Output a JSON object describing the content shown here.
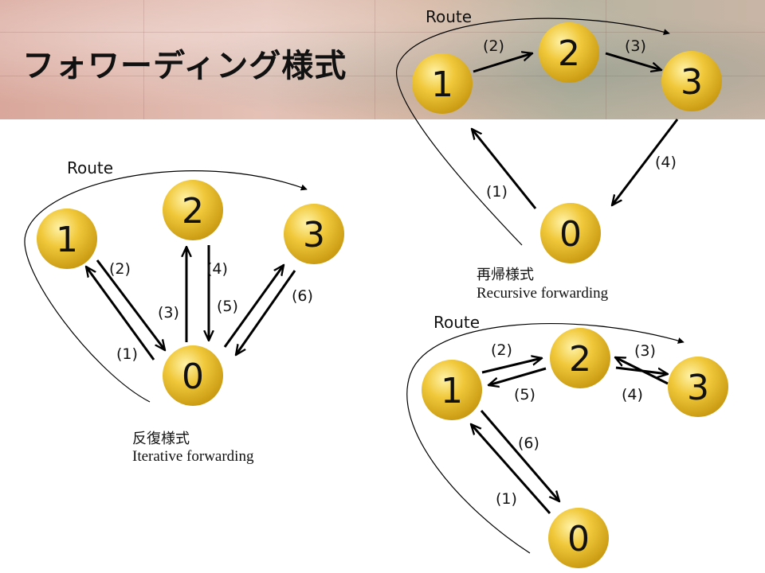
{
  "title": "フォワーディング様式",
  "colors": {
    "node": "#e2b520",
    "node_highlight": "#fff2a0",
    "line": "#000000"
  },
  "iterative": {
    "caption_ja": "反復様式",
    "caption_en": "Iterative forwarding",
    "route": "Route",
    "nodes": [
      "1",
      "2",
      "0",
      "3"
    ],
    "edges": [
      "(1)",
      "(2)",
      "(3)",
      "(4)",
      "(5)",
      "(6)"
    ]
  },
  "recursive": {
    "caption_ja": "再帰様式",
    "caption_en": "Recursive forwarding",
    "route": "Route",
    "nodes": [
      "1",
      "2",
      "3",
      "0"
    ],
    "edges": [
      "(1)",
      "(2)",
      "(3)",
      "(4)"
    ]
  },
  "hybrid": {
    "route": "Route",
    "nodes": [
      "1",
      "2",
      "3",
      "0"
    ],
    "edges": [
      "(1)",
      "(2)",
      "(3)",
      "(4)",
      "(5)",
      "(6)"
    ]
  }
}
